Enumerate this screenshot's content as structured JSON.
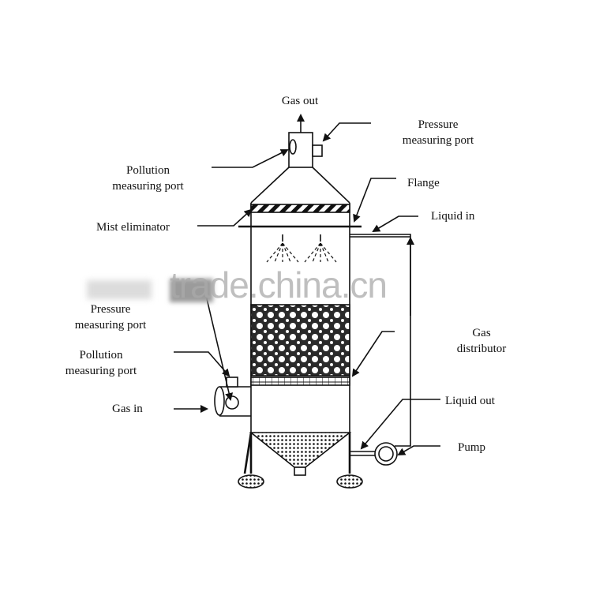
{
  "labels": {
    "gas_out": "Gas out",
    "pressure_port_top": [
      "Pressure",
      "measuring port"
    ],
    "pollution_port_top": [
      "Pollution",
      "measuring port"
    ],
    "flange": "Flange",
    "liquid_in": "Liquid in",
    "mist_eliminator": "Mist eliminator",
    "pressure_port_bottom": [
      "Pressure",
      "measuring port"
    ],
    "pollution_port_bottom": [
      "Pollution",
      "measuring port"
    ],
    "gas_distributor": [
      "Gas",
      "distributor"
    ],
    "gas_in": "Gas in",
    "liquid_out": "Liquid out",
    "pump": "Pump"
  },
  "watermark": "trade.china.cn",
  "colors": {
    "line": "#111111",
    "background": "#ffffff",
    "watermark": "#aaaaaa"
  }
}
